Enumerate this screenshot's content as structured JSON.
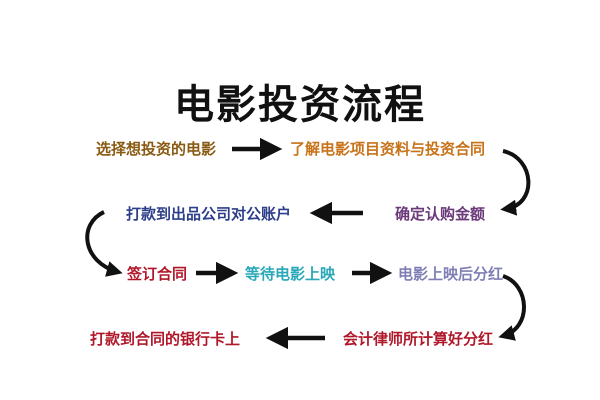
{
  "title": "电影投资流程",
  "steps": {
    "s1": "选择想投资的电影",
    "s2": "了解电影项目资料与投资合同",
    "s3": "确定认购金额",
    "s4": "打款到出品公司对公账户",
    "s5": "签订合同",
    "s6": "等待电影上映",
    "s7": "电影上映后分红",
    "s8": "会计律师所计算好分红",
    "s9": "打款到合同的银行卡上"
  },
  "colors": {
    "brown": "#8a5a12",
    "orange": "#c8731a",
    "navy": "#2d3f8a",
    "purple": "#6a3a7a",
    "red": "#b0182a",
    "cyan": "#2aa8b8",
    "lavender": "#7f7fb5",
    "arrow": "#111111"
  }
}
